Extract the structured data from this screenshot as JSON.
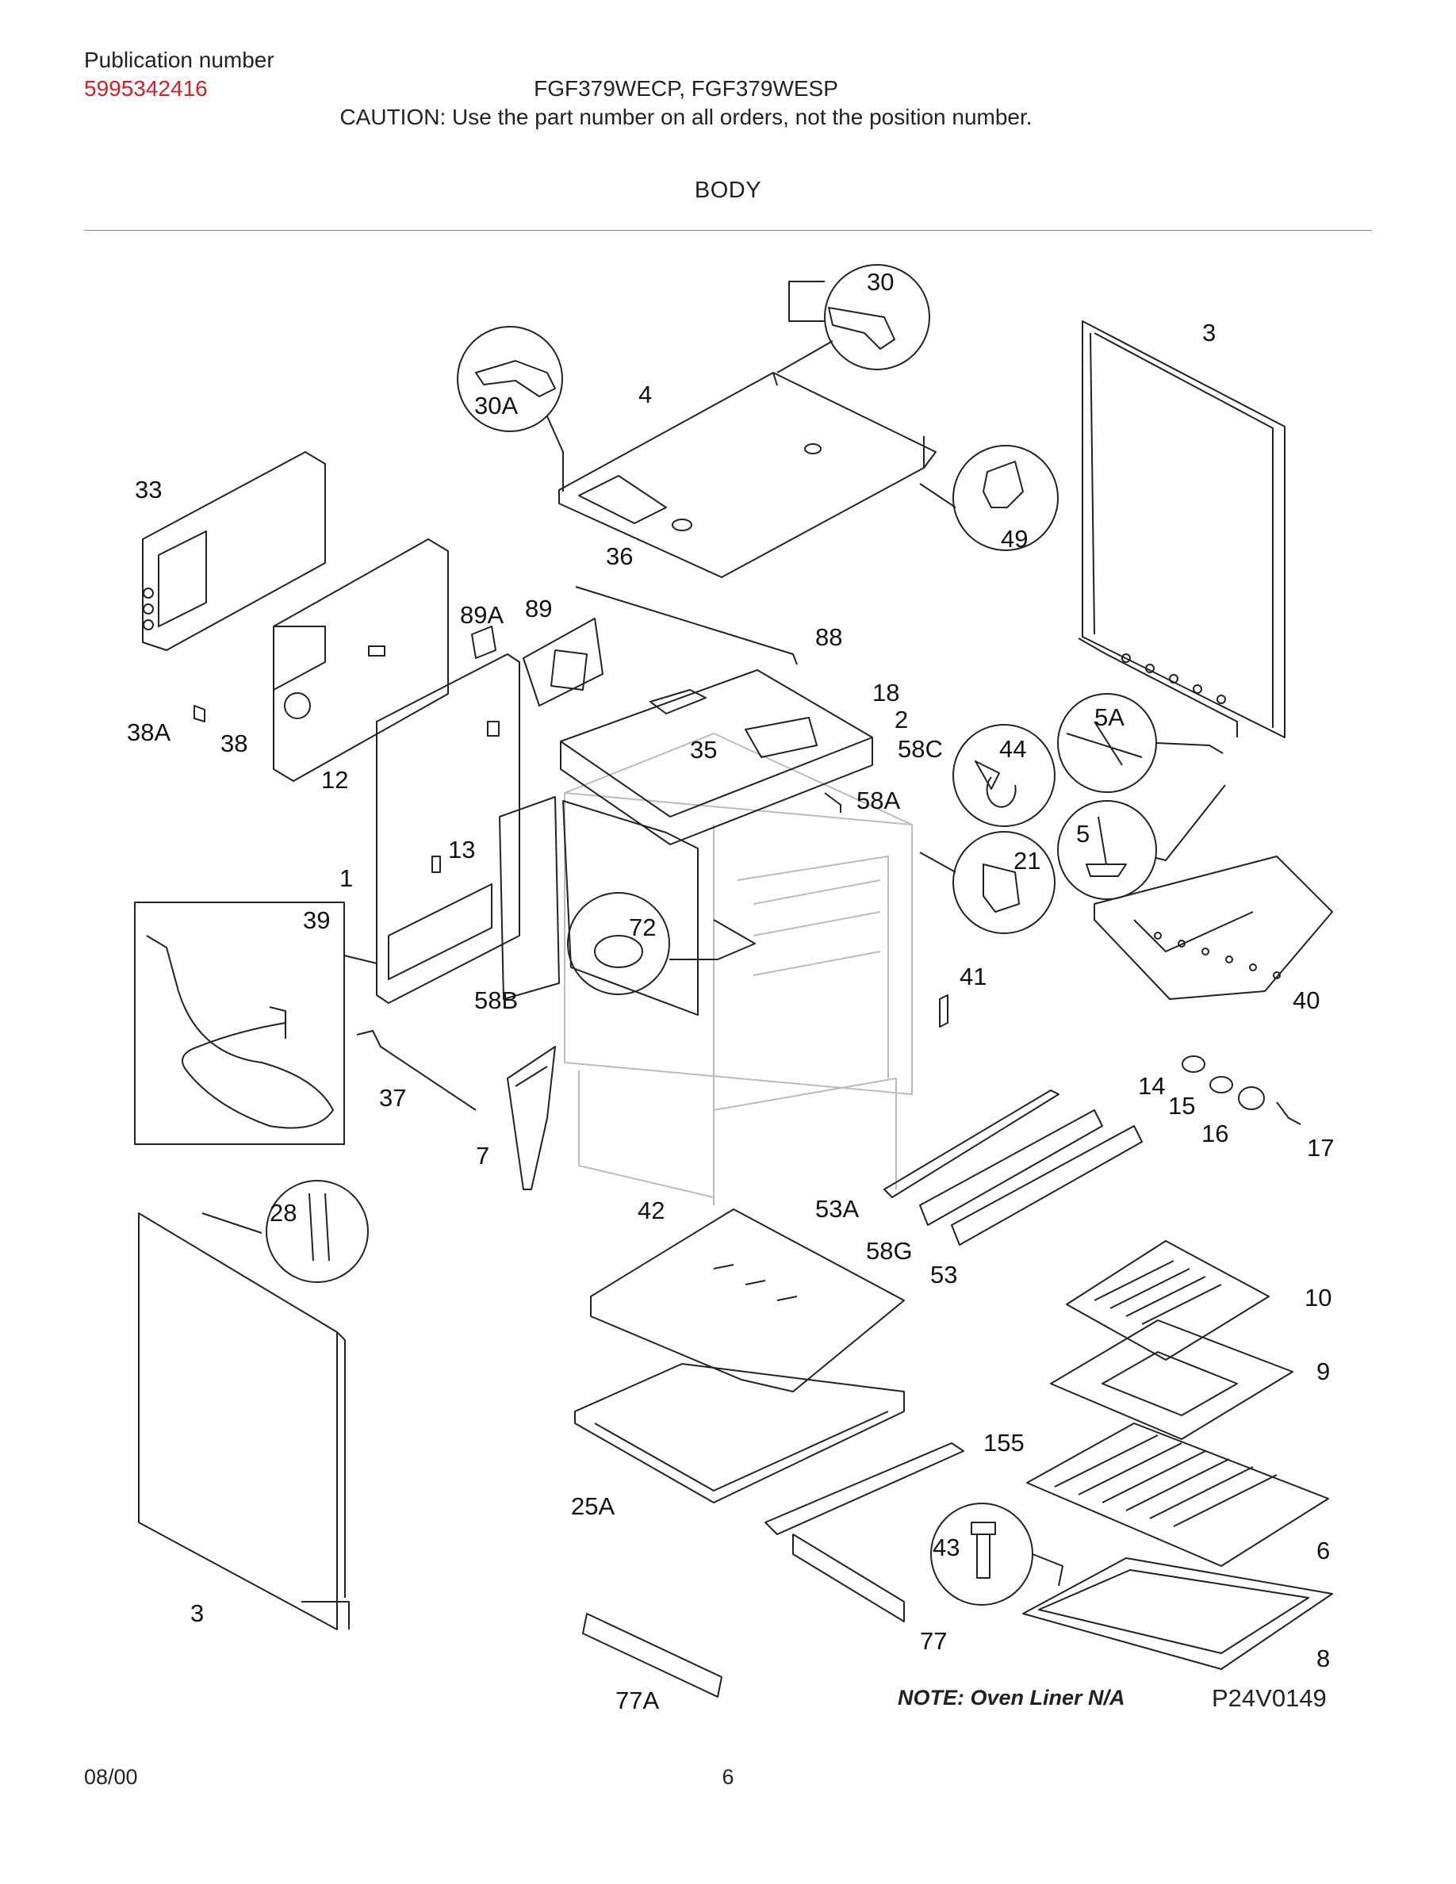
{
  "header": {
    "publication_label": "Publication number",
    "publication_number": "5995342416",
    "models": "FGF379WECP, FGF379WESP",
    "caution": "CAUTION:  Use the part number on all orders, not the position number."
  },
  "section_title": "BODY",
  "diagram": {
    "labels": [
      "30",
      "30A",
      "4",
      "3",
      "49",
      "33",
      "36",
      "89A",
      "89",
      "88",
      "18",
      "2",
      "58C",
      "38A",
      "38",
      "35",
      "44",
      "5A",
      "12",
      "58A",
      "5",
      "13",
      "1",
      "21",
      "39",
      "72",
      "40",
      "58B",
      "41",
      "14",
      "15",
      "37",
      "16",
      "17",
      "7",
      "53A",
      "28",
      "42",
      "58G",
      "53",
      "10",
      "9",
      "155",
      "25A",
      "6",
      "43",
      "3",
      "77",
      "8",
      "77A"
    ]
  },
  "note": "NOTE: Oven Liner N/A",
  "figure_code": "P24V0149",
  "footer": {
    "date": "08/00",
    "page": "6"
  },
  "colors": {
    "publication_number": "#d0202a",
    "line_art": "#222222",
    "ghost_art": "#bbbbbb"
  }
}
